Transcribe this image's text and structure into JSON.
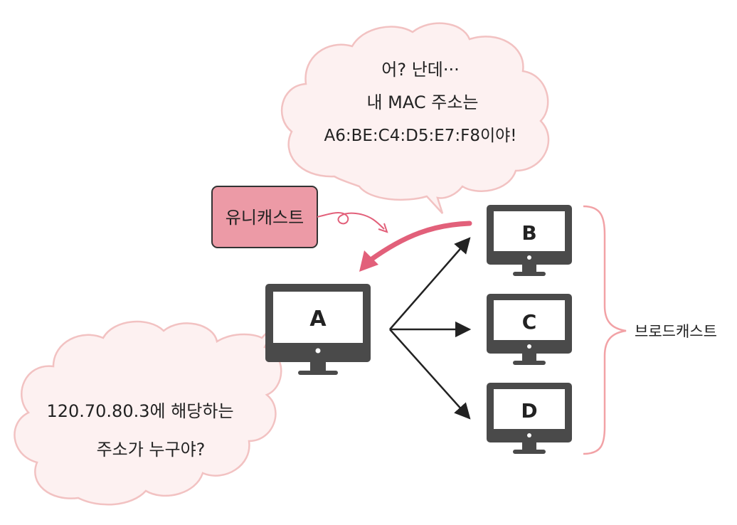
{
  "colors": {
    "cloud_fill": "#fdf1f1",
    "cloud_stroke": "#f2c2c2",
    "unicast_fill": "#ec9aa6",
    "unicast_stroke": "#333333",
    "unicast_arrow": "#e2607a",
    "monitor_frame": "#4a4a4a",
    "monitor_screen": "#ffffff",
    "brace": "#f2a2a6",
    "arrow": "#222222"
  },
  "top_bubble": {
    "line1": "어? 난데···",
    "line2": "내 MAC 주소는",
    "line3": "A6:BE:C4:D5:E7:F8이야!"
  },
  "bottom_bubble": {
    "line1": "120.70.80.3에 해당하는",
    "line2": "주소가 누구야?"
  },
  "unicast_label": "유니캐스트",
  "broadcast_label": "브로드캐스트",
  "computers": {
    "a": "A",
    "b": "B",
    "c": "C",
    "d": "D"
  }
}
